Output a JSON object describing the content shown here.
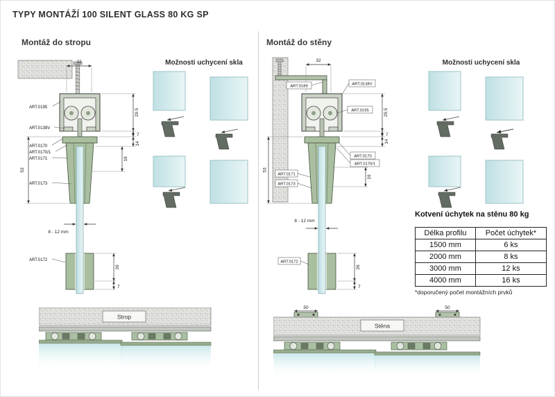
{
  "title": "TYPY MONTÁŽÍ 100 SILENT GLASS 80 KG SP",
  "left": {
    "heading": "Montáž do stropu",
    "glass_options_title": "Možnosti uchycení skla",
    "section_label": "Strop",
    "labels": {
      "art0195": "ART.0195",
      "art0138v": "ART.0138V",
      "art0170": "ART.0170",
      "art0170_1": "ART.0170/1",
      "art0171": "ART.0171",
      "art0173": "ART.0173",
      "art0172": "ART.0172"
    },
    "dims": {
      "d32": "32",
      "d29_5": "29.5",
      "d7a": "7",
      "d14": "14",
      "d19": "19",
      "d53": "53",
      "d8_12": "8 - 12 mm",
      "d26": "26",
      "d7b": "7"
    }
  },
  "right": {
    "heading": "Montáž do stěny",
    "glass_options_title": "Možnosti uchycení skla",
    "section_label": "Stěna",
    "labels": {
      "art0189": "ART.0189",
      "art0138v": "ART.0138V",
      "art0195": "ART.0195",
      "art0170": "ART.0170",
      "art0170_1": "ART.0170/1",
      "art0171": "ART.0171",
      "art0173": "ART.0173",
      "art0172": "ART.0172"
    },
    "dims": {
      "d32": "32",
      "d29_5": "29.5",
      "d7a": "7",
      "d14": "14",
      "d19": "19",
      "d53": "53",
      "d8_12": "8 - 12 mm",
      "d26": "26",
      "d7b": "7",
      "d50a": "50",
      "d50b": "50"
    }
  },
  "table": {
    "title": "Kotvení úchytek na stěnu 80 kg",
    "headers": [
      "Délka profilu",
      "Počet úchytek*"
    ],
    "rows": [
      {
        "len": "1500 mm",
        "cnt": "6 ks"
      },
      {
        "len": "2000 mm",
        "cnt": "8 ks"
      },
      {
        "len": "3000 mm",
        "cnt": "12 ks"
      },
      {
        "len": "4000 mm",
        "cnt": "16 ks"
      }
    ],
    "footnote": "*doporučený počet montážních prvků"
  }
}
